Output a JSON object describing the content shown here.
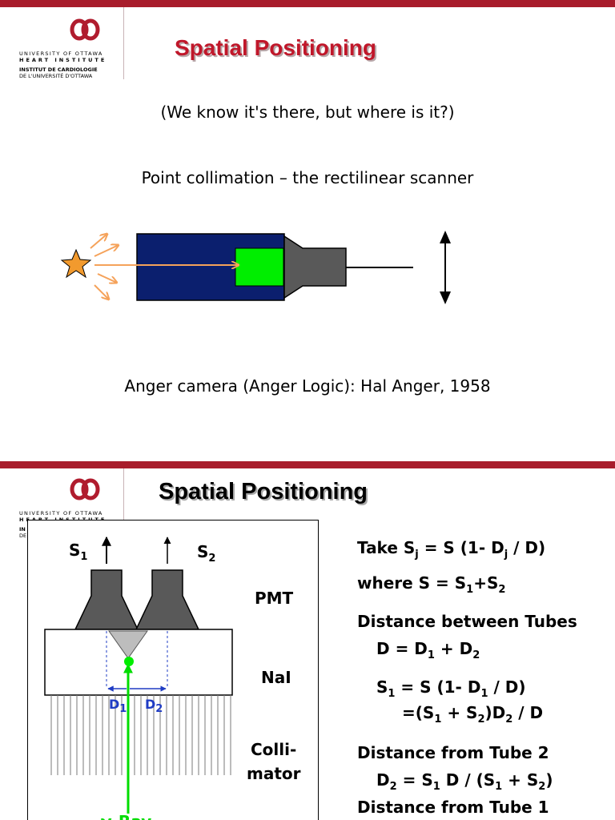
{
  "slide1": {
    "logo": {
      "line1": "UNIVERSITY OF OTTAWA",
      "line2": "HEART INSTITUTE",
      "line3": "INSTITUT DE CARDIOLOGIE",
      "line4": "DE L'UNIVERSITÉ D'OTTAWA"
    },
    "title": "Spatial Positioning",
    "subtitle": "(We know it's there, but where is it?)",
    "heading_point": "Point collimation – the rectilinear scanner",
    "heading_anger": "Anger camera (Anger Logic):  Hal Anger, 1958",
    "colors": {
      "detector_body": "#0b1f6e",
      "crystal": "#00ee00",
      "tube": "#595959",
      "rays": "#f5a25a",
      "star": "#f29a2e"
    }
  },
  "slide2": {
    "logo": {
      "line1": "UNIVERSITY OF OTTAWA",
      "line2": "HEART INSTITUTE",
      "line3": "IN",
      "line4": "DE"
    },
    "title": "Spatial Positioning",
    "diagram": {
      "s1_main": "S",
      "s1_sub": "1",
      "s2_main": "S",
      "s2_sub": "2",
      "pmt": "PMT",
      "nai": "NaI",
      "colli_1": "Colli-",
      "colli_2": "mator",
      "d1_main": "D",
      "d1_sub": "1",
      "d2_main": "D",
      "d2_sub": "2",
      "ray": "γ-Ray"
    },
    "equations": {
      "eq1": {
        "a": "Take S",
        "a_sub": "j",
        "b": " = S (1- D",
        "b_sub": "j",
        "c": " / D)"
      },
      "eq2": {
        "a": "where S = S",
        "a_sub": "1",
        "b": "+S",
        "b_sub": "2"
      },
      "eq3": "Distance between Tubes",
      "eq4": {
        "a": "D = D",
        "a_sub": "1",
        "b": " + D",
        "b_sub": "2"
      },
      "eq5": {
        "a": "S",
        "a_sub": "1",
        "b": " = S (1- D",
        "b_sub": "1",
        "c": " / D)"
      },
      "eq6": {
        "a": "=(S",
        "a_sub": "1",
        "b": " + S",
        "b_sub": "2",
        "c": ")D",
        "c_sub": "2",
        "d": " / D"
      },
      "eq7": "Distance from Tube 2",
      "eq8": {
        "a": "D",
        "a_sub": "2",
        "b": " = S",
        "b_sub": "1",
        "c": " D / (S",
        "c_sub": "1",
        "d": " + S",
        "d_sub": "2",
        "e": ")"
      },
      "eq9": "Distance from Tube 1"
    }
  }
}
